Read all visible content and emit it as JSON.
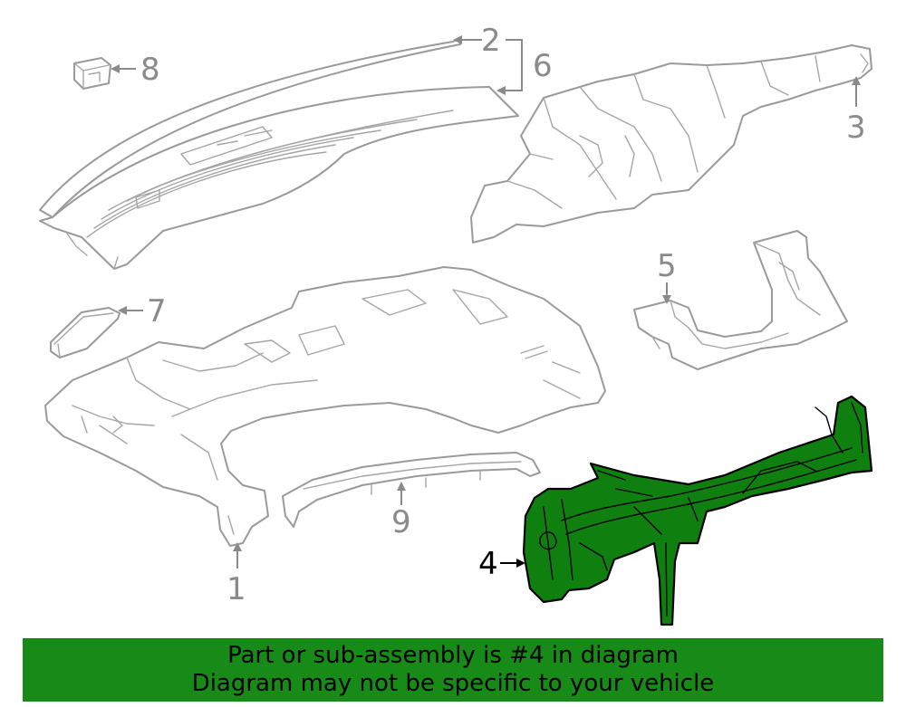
{
  "callouts": {
    "c1": "1",
    "c2": "2",
    "c3": "3",
    "c4": "4",
    "c5": "5",
    "c6": "6",
    "c7": "7",
    "c8": "8",
    "c9": "9"
  },
  "highlight": {
    "part_number": "4",
    "fill_color": "#0f7f0f"
  },
  "banner": {
    "line1": "Part or sub-assembly is #4 in diagram",
    "line2": "Diagram may not be specific to your vehicle",
    "background_color": "#178a17"
  }
}
